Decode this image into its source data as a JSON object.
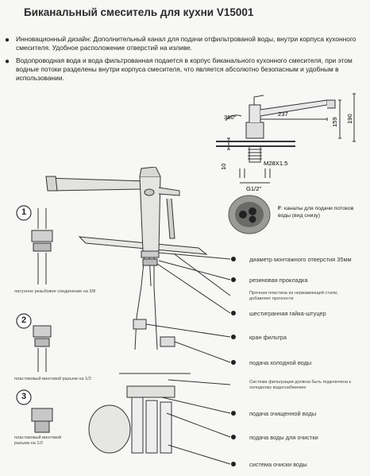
{
  "title": "Биканальный смеситель для кухни V15001",
  "bullets": [
    "Инновационный дизайн: Дополнительный канал для подачи отфильтрованой воды, внутри корпуса кухонного смесителя. Удобное расположение отверстий на изливе.",
    "Водопроводная вода и вода фильтрованная подается в корпус биканального кухонного смесителя, при этом водные потоки разделены внутри корпуса смесителя, что является абсолютно безопасным и удобным в использовании."
  ],
  "dimensions": {
    "rotation": "360°",
    "length": "237",
    "height_a": "159",
    "height_b": "190",
    "depth": "10",
    "thread": "M28X1.5",
    "connector": "G1/2\""
  },
  "inset_caption_letter": "F",
  "inset_caption": ": каналы для подачи потоков воды (вид снизу)",
  "steps": [
    {
      "num": "1",
      "caption": "латунное резьбовое соединение на 3/8"
    },
    {
      "num": "2",
      "caption": "пластиковый винтовой разъем на 1/2"
    },
    {
      "num": "3",
      "caption": "пластиковый винтовой разъем на 1/2"
    }
  ],
  "labels": [
    "диаметр монтажного отверстия 35мм",
    "резиновая прокладка",
    "Прочная пластина из нержавеющей стали, добавляет прочности",
    "шестигранная гайка-штуцер",
    "кран фильтра",
    "подача холодной воды",
    "Система фильтрации должна быть подключена к холодному водоснабжению",
    "подача очищенной воды",
    "подача воды для очистки",
    "система очиски воды"
  ],
  "colors": {
    "line": "#333333",
    "ink": "#222222"
  }
}
